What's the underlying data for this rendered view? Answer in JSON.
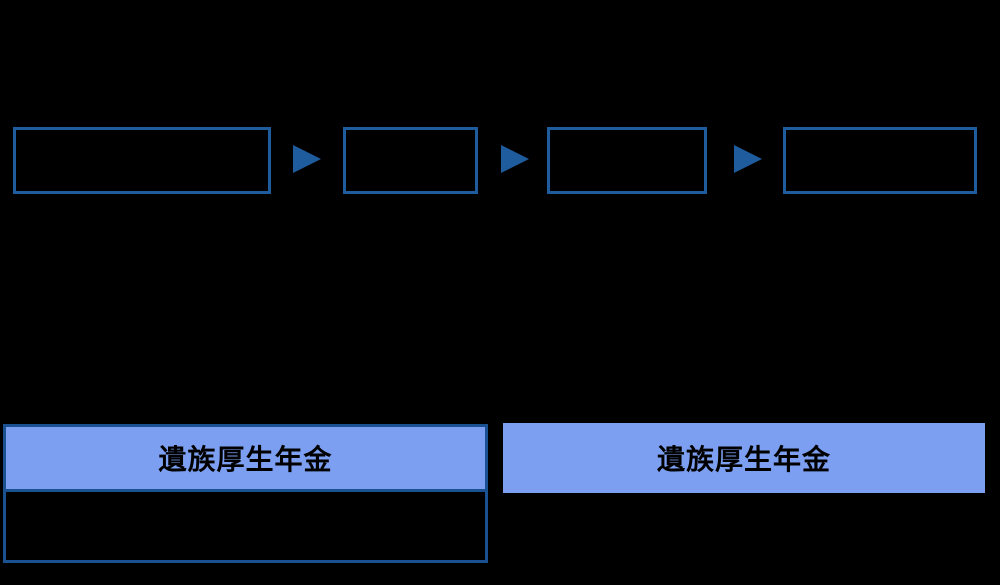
{
  "colors": {
    "background": "#000000",
    "box_border": "#1e5c9e",
    "arrow": "#1e5c9e",
    "bar_fill": "#7c9ff1",
    "panel_border": "#1a5191",
    "text": "#000000"
  },
  "flow": {
    "box_count": 4,
    "arrow_count": 3,
    "box_labels": [
      "",
      "",
      "",
      ""
    ]
  },
  "panels": {
    "left": {
      "header_label": "遺族厚生年金"
    },
    "right": {
      "header_label": "遺族厚生年金"
    }
  }
}
